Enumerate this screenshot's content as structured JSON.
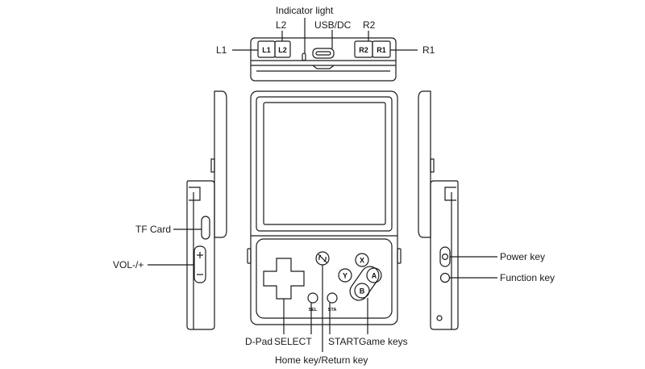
{
  "labels": {
    "indicator_light": "Indicator light",
    "l2_top": "L2",
    "usb_dc": "USB/DC",
    "r2_top": "R2",
    "l1": "L1",
    "r1": "R1",
    "tf_card": "TF Card",
    "vol": "VOL-/+",
    "power_key": "Power key",
    "function_key": "Function key",
    "dpad": "D-Pad",
    "select": "SELECT",
    "start": "START",
    "game_keys": "Game keys",
    "home_key": "Home key/Return key"
  },
  "shoulder_buttons": {
    "l1": "L1",
    "l2": "L2",
    "r2": "R2",
    "r1": "R1"
  },
  "face_buttons": {
    "x": "X",
    "y": "Y",
    "a": "A",
    "b": "B",
    "sel": "SEL",
    "sta": "STA"
  },
  "colors": {
    "line": "#1a1a1a",
    "device_fill": "#ffffff",
    "screen_fill": "#ffffff"
  }
}
